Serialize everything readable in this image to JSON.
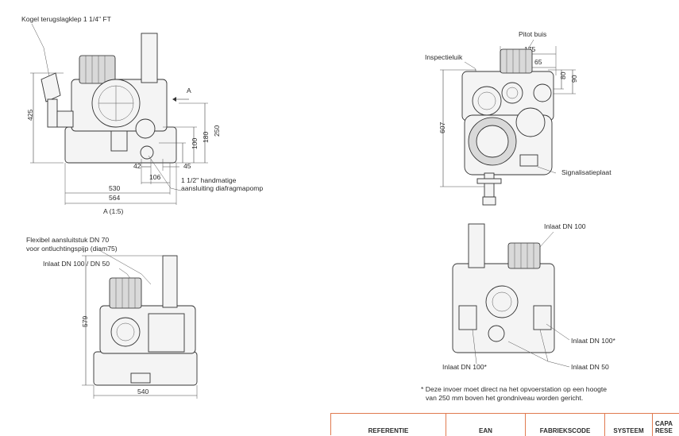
{
  "top_left": {
    "label_valve": "Kogel terugslagklep 1 1/4\" FT",
    "label_pump": "1 1/2\" handmatige",
    "label_pump_2": "aansluiting diafragmapomp",
    "caption": "A (1:5)",
    "arrow_label": "A",
    "dims": {
      "h425": "425",
      "h250": "250",
      "h180": "180",
      "h100": "100",
      "d42": "42",
      "d45": "45",
      "d106": "106",
      "d530": "530",
      "d564": "564"
    }
  },
  "top_right": {
    "label_pitot": "Pitot buis",
    "label_inspect": "Inspectieluik",
    "label_plate": "Signalisatieplaat",
    "dims": {
      "d175": "175",
      "d65": "65",
      "d80": "80",
      "d90": "90",
      "h607": "607"
    }
  },
  "bottom_left": {
    "label_flex": "Flexibel aansluitstuk DN 70",
    "label_flex_2": "voor ontluchtingspijp (diam75)",
    "label_inlet": "Inlaat DN 100 / DN 50",
    "dims": {
      "h579": "579",
      "d540": "540"
    }
  },
  "bottom_right": {
    "label_inlet_top": "Inlaat DN 100",
    "label_inlet_right": "Inlaat DN 100*",
    "label_inlet_left": "Inlaat DN 100*",
    "label_inlet_dn50": "Inlaat DN 50"
  },
  "footnote": {
    "line1": "* Deze invoer moet direct na het opvoerstation op een hoogte",
    "line2": "van 250 mm boven het grondniveau worden gericht."
  },
  "table": {
    "headers": [
      "REFERENTIE",
      "EAN",
      "FABRIEKSCODE",
      "SYSTEEM",
      "CAPA RESE"
    ],
    "border_color": "#e07a4f"
  }
}
